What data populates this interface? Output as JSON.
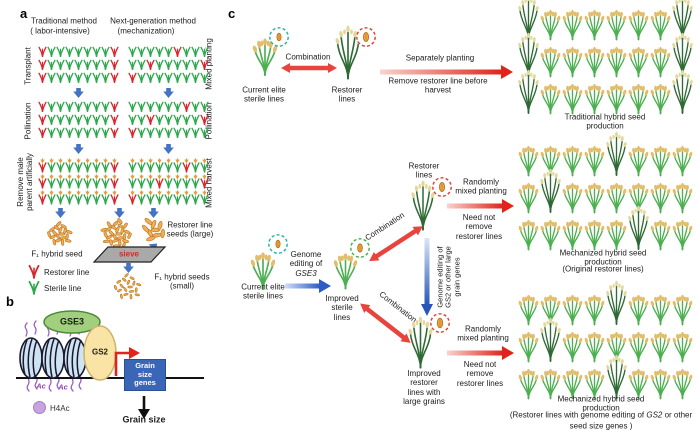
{
  "panel_a": {
    "label": "a",
    "method_left": "Traditional method",
    "method_right": "Next-generation method",
    "sub_left": "( labor-intensive)",
    "sub_right": "(mechanization)",
    "rows_left": [
      "Transplant",
      "Pollination",
      "Remove male\nparent artificially"
    ],
    "rows_right": [
      "Mixed planting",
      "Pollination",
      "Mixed harvest"
    ],
    "blocks": [
      {
        "left": [
          "RGGGGGGGR",
          "RGGGGGGGR",
          "RGGGGGGGR"
        ],
        "right": [
          "GGGGGRGGG",
          "GGRGGGGGR",
          "RGGGGGGGG"
        ],
        "mature": false
      },
      {
        "left": [
          "RGGGGGGGR",
          "RGGGGGGGR",
          "RGGGGGGGR"
        ],
        "right": [
          "GGGGGGRGG",
          "GGRGGGGGR",
          "RGGGGGGGG"
        ],
        "mature": false
      },
      {
        "left": [
          "RGGGGGGGR",
          "RGGGGGGGR",
          "RGGGGGGGR"
        ],
        "right": [
          "GGGGGGRGG",
          "GGGRGGGGR",
          "RGGGGGGGG"
        ],
        "mature": true
      }
    ],
    "f1_seed": "F₁ hybrid seed",
    "restorer_seeds": "Restorer line\nseeds (large)",
    "sieve": "sieve",
    "f1_small": "F₁ hybrid seeds\n(small)",
    "legend": [
      {
        "label": "Restorer line"
      },
      {
        "label": "Sterile line"
      }
    ]
  },
  "panel_b": {
    "label": "b",
    "gse3": "GSE3",
    "gs2": "GS2",
    "ac1": "Ac",
    "ac2": "Ac",
    "gene_box": "Grain\nsize\ngenes",
    "h4ac": "H4Ac",
    "grain_size": "Grain size"
  },
  "panel_c": {
    "label": "c",
    "current1": "Current elite\nsterile lines",
    "combination1": "Combination",
    "restorer1": "Restorer\nlines",
    "sep_top": "Separately planting",
    "sep_bottom": "Remove restorer line before\nharvest",
    "restorer2": "Restorer\nlines",
    "current2": "Current elite\nsterile lines",
    "genome_edit_lines": "Genome\nediting of",
    "genome_edit_gene": "GSE3",
    "improved_sterile": "Improved\nsterile\nlines",
    "combination2": "Combination",
    "combination3": "Combination",
    "gs2_vertical": "Genome editing of\nGS2 or other large\ngrain genes",
    "randomly1": "Randomly\nmixed planting",
    "neednot1": "Need not\nremove\nrestorer lines",
    "randomly2": "Randomly\nmixed planting",
    "neednot2": "Need not\nremove\nrestorer lines",
    "improved_restorer": "Improved\nrestorer\nlines with\nlarge grains",
    "fields": {
      "rows": 3,
      "cols": 8,
      "traditional": {
        "caption": "Traditional hybrid seed production",
        "restorer": [
          [
            0,
            0
          ],
          [
            0,
            7
          ],
          [
            1,
            0
          ],
          [
            1,
            7
          ],
          [
            2,
            0
          ],
          [
            2,
            7
          ]
        ]
      },
      "mech_original": {
        "caption1": "Mechanized hybrid seed production",
        "caption2": "(Original restorer lines)",
        "restorer": [
          [
            0,
            4
          ],
          [
            1,
            1
          ],
          [
            2,
            5
          ]
        ]
      },
      "mech_edited": {
        "caption1": "Mechanized hybrid seed production",
        "caption2_pre": "(Restorer lines with genome editing of ",
        "caption2_gene": "GS2",
        "caption2_post": " or other",
        "caption3": "seed size genes )",
        "restorer": [
          [
            0,
            4
          ],
          [
            1,
            1
          ],
          [
            2,
            4
          ]
        ]
      }
    }
  }
}
